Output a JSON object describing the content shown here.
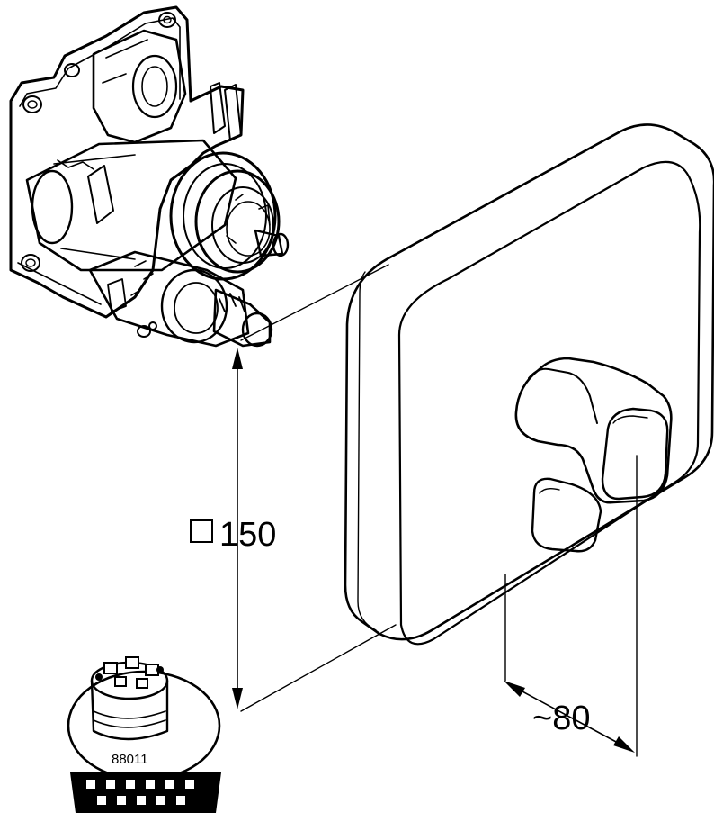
{
  "dimensions": {
    "size_label": "150",
    "depth_label": "~80"
  },
  "parts": {
    "cartridge_label": "88011"
  }
}
